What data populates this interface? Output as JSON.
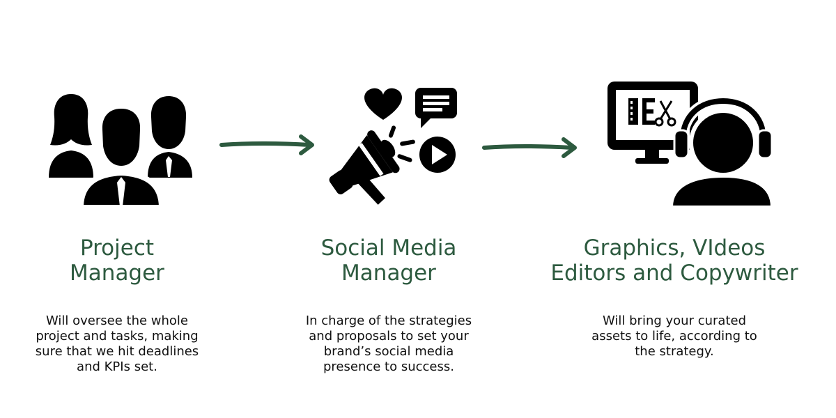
{
  "steps": [
    {
      "title_line1": "Project",
      "title_line2": "Manager",
      "desc": [
        "Will oversee the whole",
        "project and tasks, making",
        "sure that we hit deadlines",
        "and KPIs set."
      ],
      "icon": "team-people-icon"
    },
    {
      "title_line1": "Social Media",
      "title_line2": "Manager",
      "desc": [
        "In charge of the strategies",
        "and proposals to set your",
        "brand’s social media",
        "presence to success."
      ],
      "icon": "megaphone-social-icon"
    },
    {
      "title_line1": "Graphics, VIdeos",
      "title_line2": "Editors and Copywriter",
      "desc": [
        "Will bring your curated",
        "assets to life, according to",
        "the strategy."
      ],
      "icon": "editor-headset-monitor-icon"
    }
  ],
  "colors": {
    "accent": "#2d5a3f",
    "icon": "#000000",
    "text": "#111111"
  }
}
